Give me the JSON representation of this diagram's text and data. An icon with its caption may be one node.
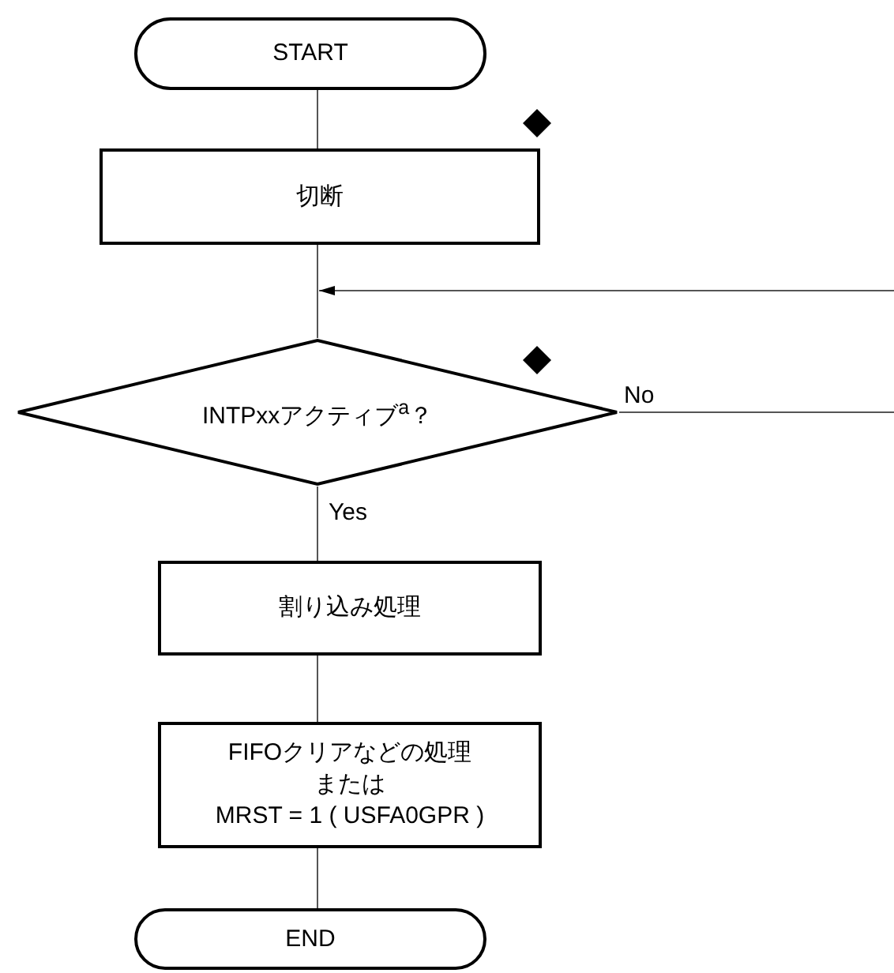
{
  "diagram": {
    "nodes": [
      {
        "text": [
          "START"
        ]
      },
      {
        "text": [
          "切断"
        ]
      },
      {
        "text": [
          "INTPxxアクティブ$^{a}$？"
        ]
      },
      {
        "text": [
          "割り込み処理"
        ]
      },
      {
        "text": [
          "FIFOクリアなどの処理",
          "または",
          "MRST = 1 ( USFA0GPR )"
        ]
      },
      {
        "text": [
          "END"
        ]
      }
    ],
    "edges": [
      {
        "from": 0,
        "to": 1,
        "arrow": "none"
      },
      {
        "from": 1,
        "to": 2,
        "arrow": "none"
      },
      {
        "from": 2,
        "to": 3,
        "arrow": "none",
        "label": "Yes"
      },
      {
        "from": 2,
        "to": null,
        "arrow": "none",
        "label": "No"
      },
      {
        "from": null,
        "to": 2,
        "arrow": "to"
      },
      {
        "from": 3,
        "to": 4,
        "arrow": "none"
      },
      {
        "from": 4,
        "to": 5,
        "arrow": "none"
      }
    ]
  }
}
